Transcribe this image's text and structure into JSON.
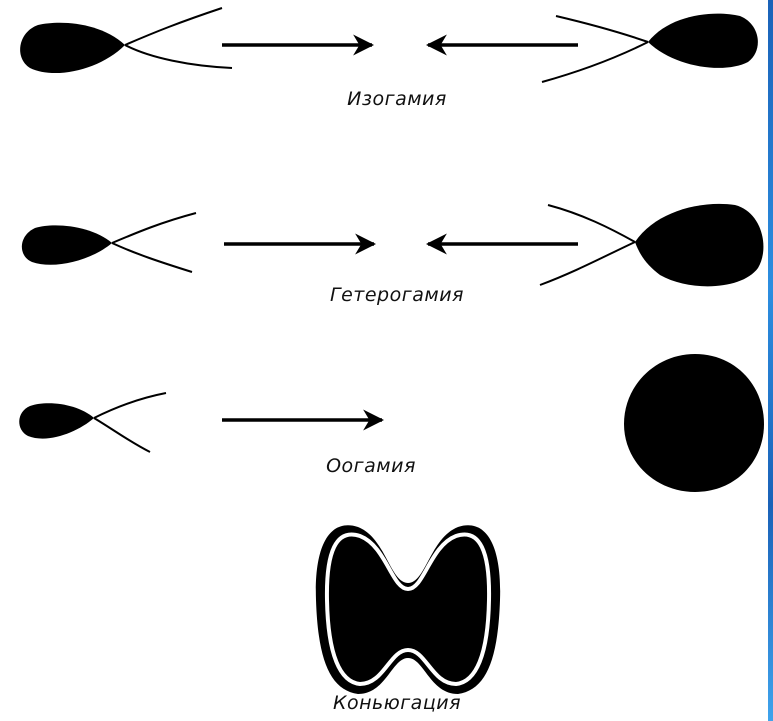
{
  "colors": {
    "ink": "#000000",
    "background": "#ffffff",
    "edge_accent": "#1f6fc8"
  },
  "captions": {
    "isogamy": "Изогамия",
    "heterogamy": "Гетерогамия",
    "oogamy": "Оогамия",
    "conjugation": "Коньюгация"
  }
}
